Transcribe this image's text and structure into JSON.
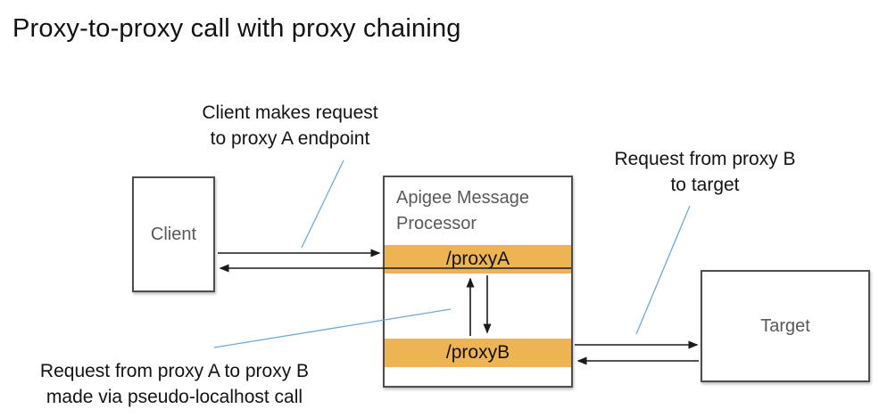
{
  "diagram": {
    "title": "Proxy-to-proxy call with proxy chaining",
    "annotations": {
      "client_request": {
        "line1": "Client makes request",
        "line2": "to proxy A endpoint"
      },
      "proxyb_to_target": {
        "line1": "Request from proxy B",
        "line2": "to target"
      },
      "proxya_to_proxyb": {
        "line1": "Request from proxy A to proxy B",
        "line2": "made via pseudo-localhost call"
      }
    },
    "nodes": {
      "client": {
        "label": "Client"
      },
      "message_processor": {
        "label_line1": "Apigee Message",
        "label_line2": "Processor"
      },
      "proxy_a": {
        "label": "/proxyA"
      },
      "proxy_b": {
        "label": "/proxyB"
      },
      "target": {
        "label": "Target"
      }
    },
    "colors": {
      "proxy_bar": "#EEB453",
      "box_border": "#4D4D4D",
      "label_gray": "#595959",
      "leader_line": "#70A8DC",
      "arrow": "#1A1A1A"
    }
  }
}
